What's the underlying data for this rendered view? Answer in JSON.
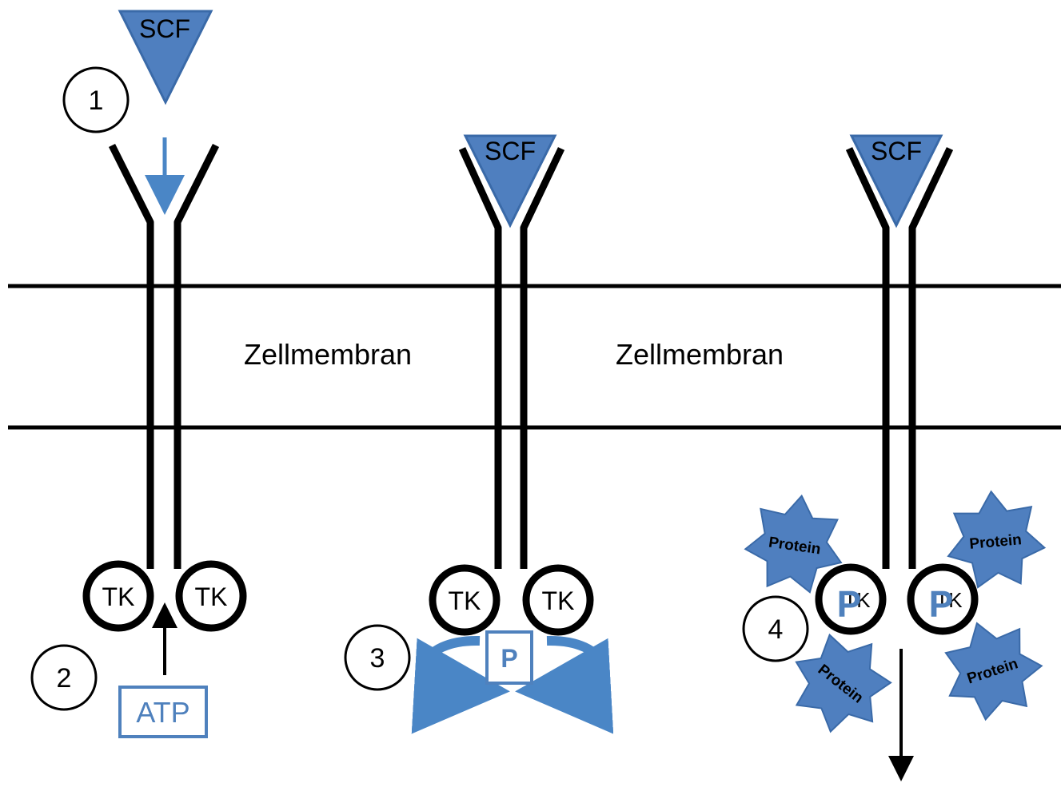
{
  "colors": {
    "ligand_fill": "#4f7fbf",
    "ligand_stroke": "#3a6aa8",
    "accent_blue": "#4f81bd",
    "arrow_blue": "#4a86c6",
    "line": "#000000",
    "background": "#ffffff"
  },
  "ligand_label": "SCF",
  "membrane_label": "Zellmembran",
  "kinase_label": "TK",
  "atp_label": "ATP",
  "phosphate_label": "P",
  "protein_label": "Protein",
  "steps": [
    "1",
    "2",
    "3",
    "4"
  ]
}
